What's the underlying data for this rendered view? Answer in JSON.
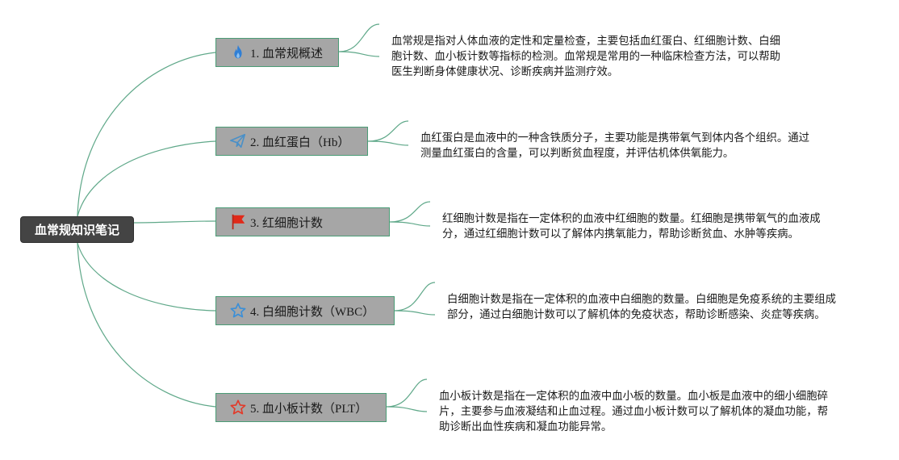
{
  "root": {
    "label": "血常规知识笔记"
  },
  "topics": [
    {
      "label": "1. 血常规概述",
      "icon": "fire-icon",
      "description": "血常规是指对人体血液的定性和定量检查，主要包括血红蛋白、红细胞计数、白细胞计数、血小板计数等指标的检测。血常规是常用的一种临床检查方法，可以帮助医生判断身体健康状况、诊断疾病并监测疗效。"
    },
    {
      "label": "2. 血红蛋白（Hb）",
      "icon": "paper-plane-icon",
      "description": "血红蛋白是血液中的一种含铁质分子，主要功能是携带氧气到体内各个组织。通过测量血红蛋白的含量，可以判断贫血程度，并评估机体供氧能力。"
    },
    {
      "label": "3. 红细胞计数",
      "icon": "flag-icon",
      "description": "红细胞计数是指在一定体积的血液中红细胞的数量。红细胞是携带氧气的血液成分，通过红细胞计数可以了解体内携氧能力，帮助诊断贫血、水肿等疾病。"
    },
    {
      "label": "4. 白细胞计数（WBC）",
      "icon": "star-outline-icon",
      "description": "白细胞计数是指在一定体积的血液中白细胞的数量。白细胞是免疫系统的主要组成部分，通过白细胞计数可以了解机体的免疫状态，帮助诊断感染、炎症等疾病。"
    },
    {
      "label": "5. 血小板计数（PLT）",
      "icon": "star-red-outline-icon",
      "description": "血小板计数是指在一定体积的血液中血小板的数量。血小板是血液中的细小细胞碎片，主要参与血液凝结和止血过程。通过血小板计数可以了解机体的凝血功能，帮助诊断出血性疾病和凝血功能异常。"
    }
  ],
  "colors": {
    "connector": "#5fa889",
    "topic_fill": "#a6a6a6",
    "root_fill": "#444444",
    "fire": "#2f7fd6",
    "plane": "#4a90c8",
    "flag": "#e02a1a",
    "star_blue": "#3a8fd8",
    "star_red": "#e23a2a"
  }
}
